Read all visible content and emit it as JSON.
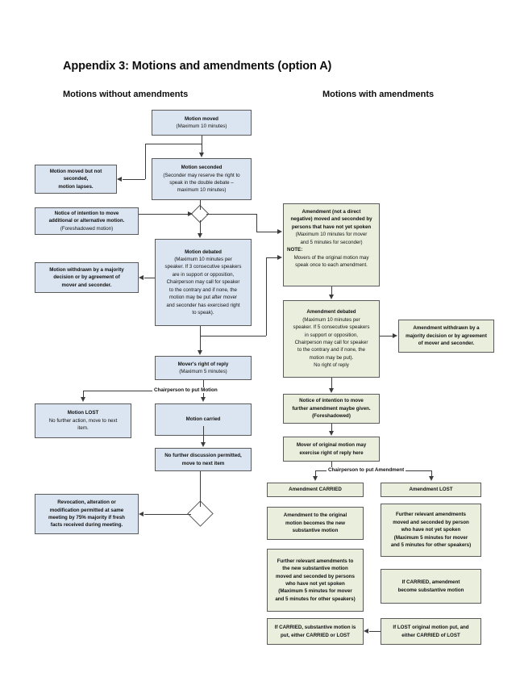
{
  "page": {
    "title": "Appendix 3: Motions and amendments (option A)",
    "column_headings": {
      "left": "Motions without amendments",
      "right": "Motions with amendments"
    }
  },
  "colors": {
    "left_node_fill": "#dbe5f1",
    "right_node_fill": "#eaeedc",
    "node_border": "#5a5a5a",
    "connector": "#3c3c3c",
    "text": "#111111",
    "background": "#ffffff"
  },
  "left_column": {
    "nodes": [
      {
        "id": "motion-moved",
        "heading": "Motion moved",
        "lines": [
          "(Maximum 10 minutes)"
        ]
      },
      {
        "id": "motion-seconded",
        "heading": "Motion seconded",
        "lines": [
          "(Seconder may reserve the right to",
          "speak in the double debate –",
          "maximum 10 minutes)"
        ]
      },
      {
        "id": "motion-not-seconded",
        "heading": "",
        "lines": [
          "Motion moved but not seconded,",
          "motion lapses."
        ],
        "bold_all": true
      },
      {
        "id": "notice-of-intention",
        "heading": "",
        "lines": [
          "Notice of intention to move",
          "additional or alternative motion."
        ],
        "sub_lines": [
          "(Foreshadowed motion)"
        ],
        "bold_all": true
      },
      {
        "id": "motion-debated",
        "heading": "Motion debated",
        "lines": [
          "(Maximum 10 minutes per",
          "speaker. If 3 consecutive speakers",
          "are in support or opposition,",
          "Chairperson may call for speaker",
          "to the contrary and if none, the",
          "motion may be put after mover",
          "and seconder has exercised right",
          "to speak)."
        ]
      },
      {
        "id": "motion-withdrawn",
        "heading": "",
        "lines": [
          "Motion withdrawn by a majority",
          "decision or by agreement of",
          "mover and seconder."
        ],
        "bold_all": true
      },
      {
        "id": "movers-right-of-reply",
        "heading": "Mover's right of reply",
        "lines": [
          "(Maximum 5 minutes)"
        ]
      },
      {
        "id": "motion-lost",
        "heading": "Motion LOST",
        "lines": [
          "No further action, move to next",
          "item."
        ]
      },
      {
        "id": "motion-carried",
        "heading": "Motion carried",
        "lines": []
      },
      {
        "id": "no-further-discussion",
        "heading": "",
        "lines": [
          "No further discussion permitted,",
          "move to next item"
        ],
        "bold_all": true
      },
      {
        "id": "revocation",
        "heading": "",
        "lines": [
          "Revocation, alteration or",
          "modification permitted at same",
          "meeting by 75% majority if fresh",
          "facts received during meeting."
        ],
        "bold_all": true
      }
    ],
    "edge_labels": [
      {
        "id": "chairperson-put-motion",
        "text": "Chairperson to put Motion"
      }
    ]
  },
  "right_column": {
    "nodes": [
      {
        "id": "amendment-moved",
        "heading_lines": [
          "Amendment (not a direct",
          "negative) moved and seconded by",
          "persons that have not yet spoken"
        ],
        "lines": [
          "(Maximum 10 minutes for mover",
          "and 5 minutes for seconder)"
        ],
        "note_label": "NOTE:",
        "note_lines": [
          "Movers of the original motion may",
          "speak once to each amendment."
        ]
      },
      {
        "id": "amendment-debated",
        "heading": "Amendment debated",
        "lines": [
          "(Maximum 10 minutes per",
          "speaker. If 5 consecutive speakers",
          "in support or opposition,",
          "Chairperson may call for speaker",
          "to the contrary and if none, the",
          "motion may be put).",
          "No right of reply"
        ]
      },
      {
        "id": "amendment-withdrawn",
        "heading": "",
        "lines": [
          "Amendment withdrawn by a",
          "majority decision or by agreement",
          "of mover and seconder."
        ],
        "bold_all": true
      },
      {
        "id": "notice-further-amendment",
        "heading": "",
        "lines": [
          "Notice of intention to move",
          "further amendment maybe given.",
          "(Foreshadowed)"
        ],
        "bold_all": true
      },
      {
        "id": "mover-right-of-reply-here",
        "heading": "",
        "lines": [
          "Mover of original motion may",
          "exercise right of reply here"
        ],
        "bold_all": true
      },
      {
        "id": "amendment-carried",
        "heading": "",
        "lines": [
          "Amendment CARRIED"
        ],
        "bold_all": true
      },
      {
        "id": "amendment-lost",
        "heading": "",
        "lines": [
          "Amendment LOST"
        ],
        "bold_all": true
      },
      {
        "id": "amendment-becomes-substantive",
        "heading": "",
        "lines": [
          "Amendment to the original",
          "motion becomes the new",
          "substantive motion"
        ],
        "bold_all": true
      },
      {
        "id": "further-amendments-lost-branch",
        "heading": "",
        "lines": [
          "Further relevant amendments",
          "moved and seconded by person",
          "who have not yet spoken",
          "(Maximum 5 minutes for mover",
          "and 5 minutes for other speakers)"
        ],
        "bold_all": true
      },
      {
        "id": "further-amendments-new-substantive",
        "heading": "",
        "lines": [
          "Further relevant amendments to",
          "the new substantive motion",
          "moved and seconded by persons",
          "who have not yet spoken",
          "(Maximum 5 minutes for mover",
          "and 5 minutes for other speakers)"
        ],
        "bold_all": true
      },
      {
        "id": "if-carried-amendment-becomes",
        "heading": "",
        "lines": [
          "If CARRIED, amendment",
          "become substantive motion"
        ],
        "bold_all": true
      },
      {
        "id": "if-carried-substantive-put",
        "heading": "",
        "lines": [
          "If CARRIED, substantive motion is",
          "put, either CARRIED or LOST"
        ],
        "bold_all": true
      },
      {
        "id": "if-lost-original-motion-put",
        "heading": "",
        "lines": [
          "If LOST original motion put, and",
          "either CARRIED of LOST"
        ],
        "bold_all": true
      }
    ],
    "edge_labels": [
      {
        "id": "chairperson-put-amendment",
        "text": "Chairperson to put Amendment"
      }
    ]
  }
}
